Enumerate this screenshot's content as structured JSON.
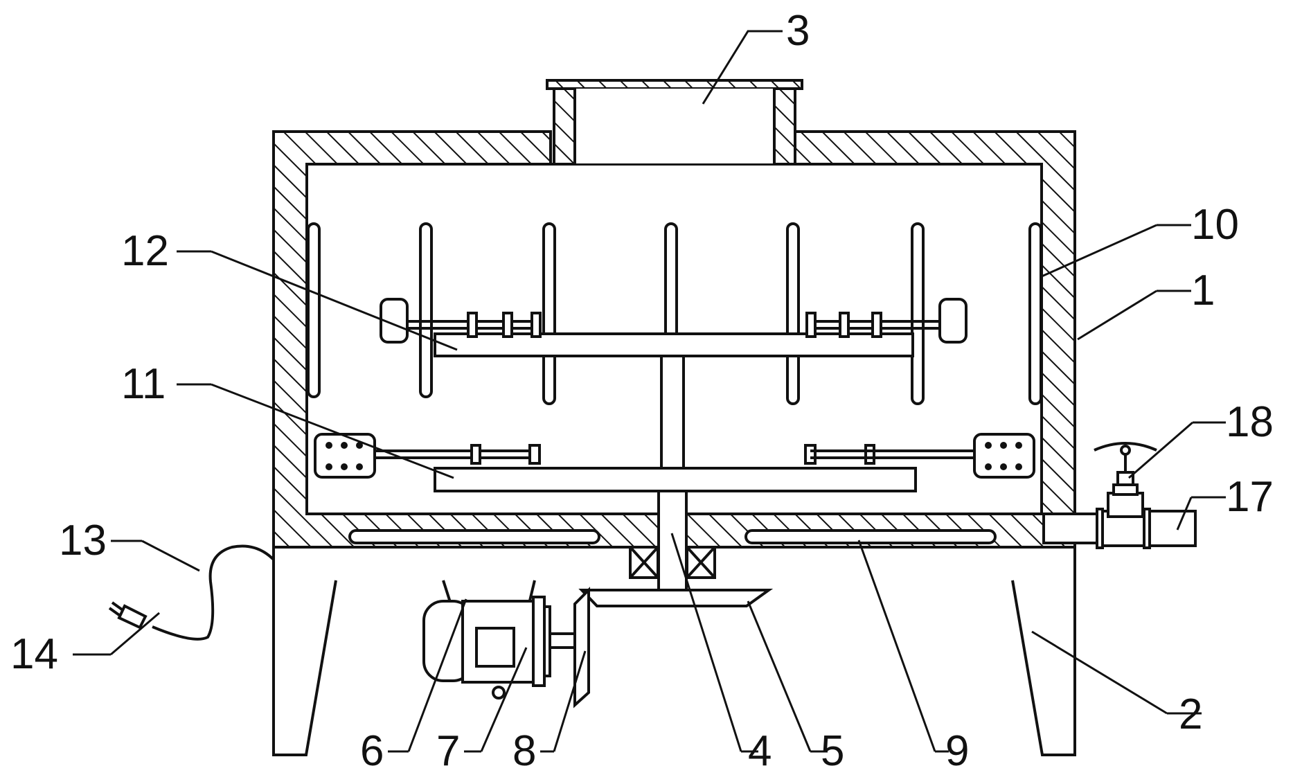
{
  "figure": {
    "labels": {
      "l1": "1",
      "l2": "2",
      "l3": "3",
      "l4": "4",
      "l5": "5",
      "l6": "6",
      "l7": "7",
      "l8": "8",
      "l9": "9",
      "l10": "10",
      "l11": "11",
      "l12": "12",
      "l13": "13",
      "l14": "14",
      "l17": "17",
      "l18": "18"
    }
  }
}
